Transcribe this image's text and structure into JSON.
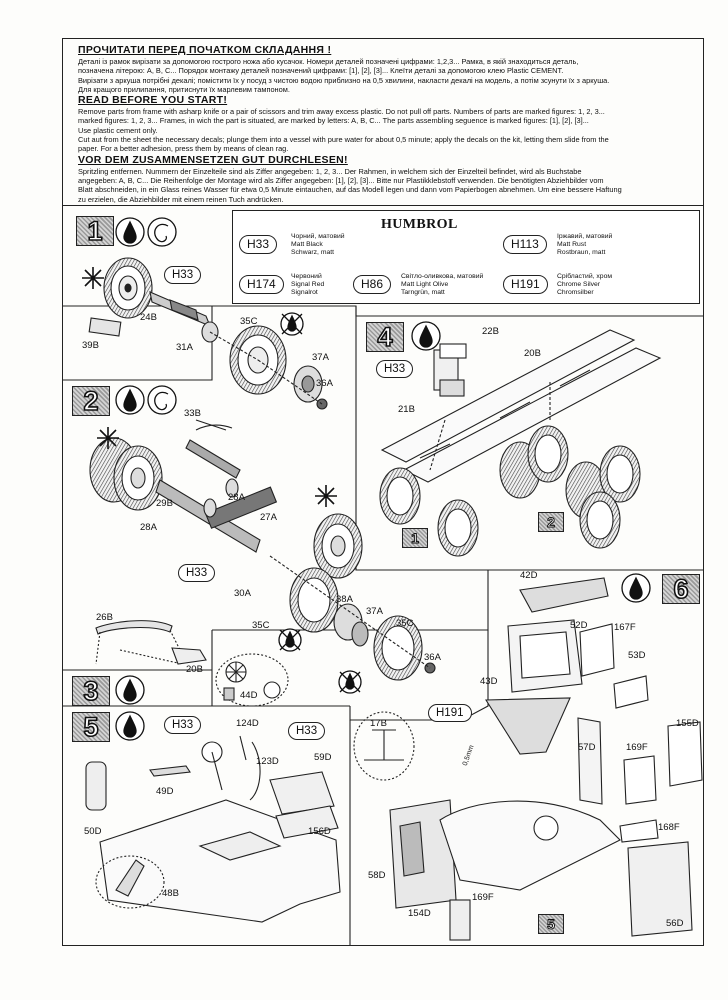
{
  "intro": {
    "uk_heading": "ПРОЧИТАТИ ПЕРЕД ПОЧАТКОМ СКЛАДАННЯ !",
    "uk_lines": [
      "Деталі із рамок вирізати за допомогою гострого ножа або кусачок. Номери деталей позначені цифрами: 1,2,3... Рамка, в якій знаходиться деталь,",
      "позначена літерою: A, B, C... Порядок монтажу деталей позначений цифрами: [1], [2], [3]... Клеїти деталі за допомогою клею Plastic CEMENT.",
      "Вирізати з аркуша потрібні декалі; помістити їх у посуд з чистою водою приблизно на 0,5 хвилини, накласти декалі на модель, а потім зсунути їх з аркуша.",
      "Для кращого прилипання, притиснути їх марлевим тампоном."
    ],
    "en_heading": "READ BEFORE YOU START!",
    "en_lines": [
      "Remove parts from frame with asharp knife or a pair of scissors and trim away excess plastic. Do not pull off parts. Numbers of parts are marked figures: 1, 2, 3...",
      "marked figures: 1, 2, 3...   Frames, in wich the part is situated, are marked by letters: A, B, C... The parts assembling seguence is marked figures: [1], [2], [3]...",
      "Use plastic cement only.",
      "Cut aut from the sheet the necessary decals; plunge them into a vessel with pure water for about 0,5 minute; apply the decals on the kit, letting them slide from the",
      "paper. For a better adhesion, press them by means of clean rag."
    ],
    "de_heading": "VOR DEM ZUSAMMENSETZEN GUT DURCHLESEN!",
    "de_lines": [
      "Spritzling entfernen. Nummern der Einzelteile sind als Ziffer angegeben: 1, 2, 3... Der Rahmen, in welchem sich der Einzelteil befindet, wird als Buchstabe",
      "angegeben: A, B, C... Die Reihenfolge der Montage wird als Ziffer angegeben: [1], [2], [3]... Bitte nur Plastikklebstoff verwenden. Die benötigten Abziehbilder vom",
      "Blatt abschneiden, in ein Glass reines Wasser für etwa 0,5 Minute eintauchen, auf das Modell legen und dann vom Papierbogen abnehmen. Um eine bessere Haftung",
      "zu erzielen, die Abziehbilder mit einem reinen Tuch andrücken."
    ]
  },
  "paints": {
    "brand": "HUMBROL",
    "items": [
      {
        "code": "H33",
        "names": [
          "Чорний, матовий",
          "Matt Black",
          "Schwarz, matt"
        ]
      },
      {
        "code": "H174",
        "names": [
          "Червоний",
          "Signal Red",
          "Signalrot"
        ]
      },
      {
        "code": "H86",
        "names": [
          "Світло-оливкова, матовий",
          "Matt Light Olive",
          "Tarngrün, matt"
        ]
      },
      {
        "code": "H113",
        "names": [
          "Іржавий, матовий",
          "Matt Rust",
          "Rostbraun, matt"
        ]
      },
      {
        "code": "H191",
        "names": [
          "Срібластий, хром",
          "Chrome Silver",
          "Chromsilber"
        ]
      }
    ]
  },
  "steps": {
    "s1": {
      "number": "1",
      "parts": [
        "24B",
        "39B",
        "31A",
        "35C",
        "37A",
        "36A"
      ],
      "callouts": [
        "H33"
      ]
    },
    "s2": {
      "number": "2",
      "parts": [
        "33B",
        "29B",
        "28A",
        "28A",
        "27A",
        "30A",
        "38A",
        "37A",
        "35C",
        "35C",
        "36A"
      ],
      "callouts": [
        "H33"
      ]
    },
    "s3": {
      "number": "3",
      "parts": [
        "26B",
        "20B",
        "44D"
      ]
    },
    "s4": {
      "number": "4",
      "parts": [
        "22B",
        "20B",
        "21B"
      ],
      "callouts": [
        "H33"
      ],
      "refs": [
        "1",
        "2"
      ]
    },
    "s5": {
      "number": "5",
      "parts": [
        "124D",
        "123D",
        "59D",
        "49D",
        "156D",
        "50D",
        "48B"
      ],
      "callouts": [
        "H33",
        "H33"
      ]
    },
    "s6": {
      "number": "6",
      "parts": [
        "42D",
        "52D",
        "167F",
        "53D",
        "43D",
        "155D",
        "17B",
        "57D",
        "169F",
        "168F",
        "58D",
        "169F",
        "154D",
        "56D"
      ],
      "callouts": [
        "H191"
      ],
      "refs": [
        "5"
      ],
      "note": "0,5mm"
    }
  }
}
